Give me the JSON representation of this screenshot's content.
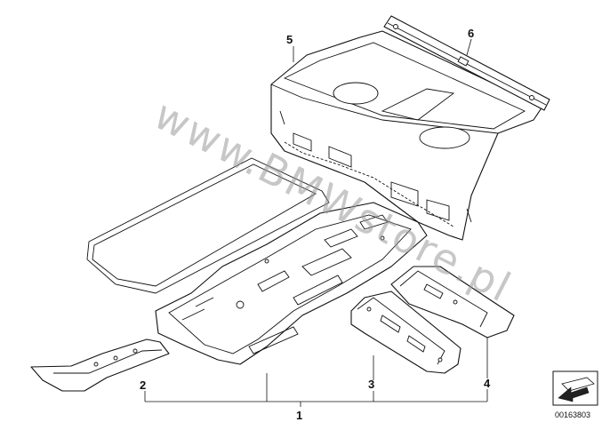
{
  "watermark": "www.BMWstore.pl",
  "diagram_code": "00163803",
  "callouts": {
    "c1": "1",
    "c2": "2",
    "c3": "3",
    "c4": "4",
    "c5": "5",
    "c6": "6"
  },
  "icons": {
    "nav": "arrow-sheet-icon"
  }
}
